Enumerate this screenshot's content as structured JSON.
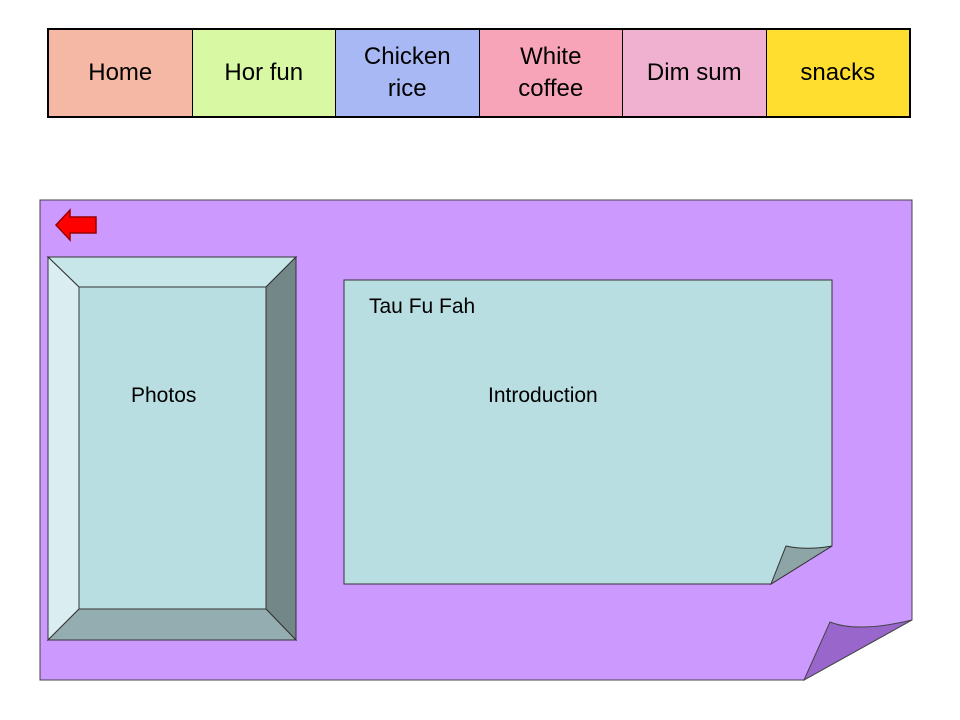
{
  "nav": {
    "items": [
      {
        "label": "Home",
        "color": "#F4B8A4"
      },
      {
        "label": "Hor fun",
        "color": "#D8F8A4"
      },
      {
        "label": "Chicken\nrice",
        "color": "#A8B8F4"
      },
      {
        "label": "White\ncoffee",
        "color": "#F8A4B8"
      },
      {
        "label": "Dim sum",
        "color": "#F0B0D0"
      },
      {
        "label": "snacks",
        "color": "#FFDE30"
      }
    ]
  },
  "panel": {
    "background": "#CC99FF",
    "photos_label": "Photos",
    "title": "Tau Fu Fah",
    "intro_label": "Introduction",
    "back_icon": "left-arrow-icon"
  }
}
